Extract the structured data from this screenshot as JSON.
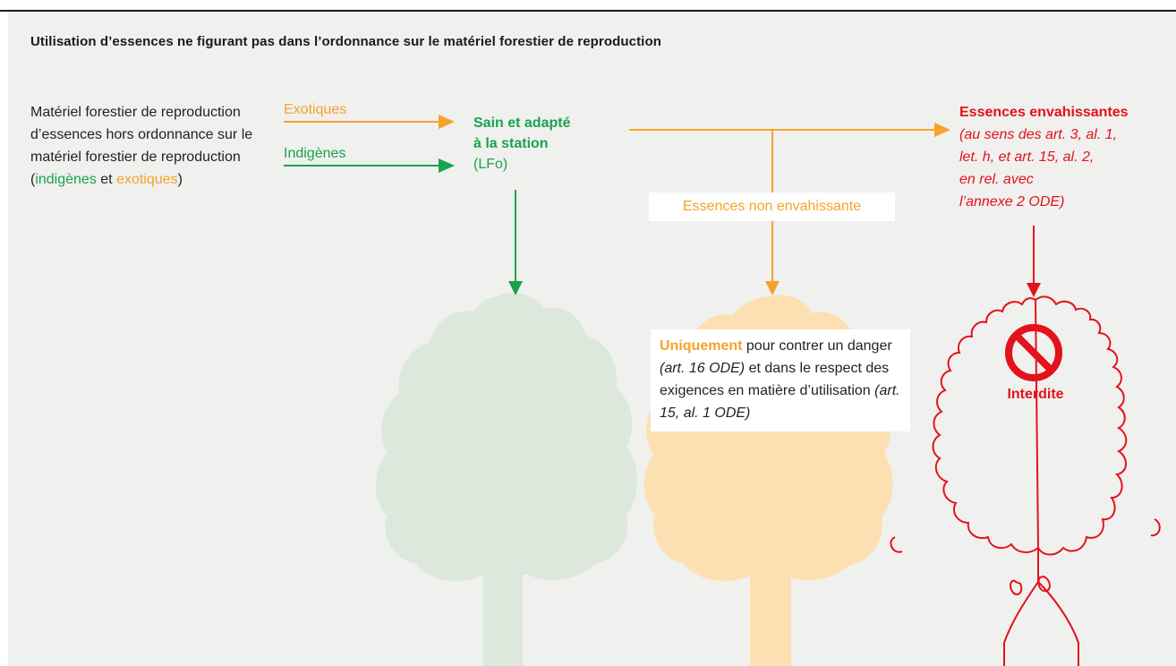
{
  "title": "Utilisation d’essences ne figurant pas dans l’ordonnance sur le matériel forestier de reproduction",
  "intro": {
    "text_before": "Matériel forestier de reproduction d’essences hors ordonnance sur le matériel forestier de reproduction (",
    "indigenes": "indigènes",
    "et": " et ",
    "exotiques": "exotiques",
    "close": ")"
  },
  "inputs": {
    "exotiques": "Exotiques",
    "indigenes": "Indigènes"
  },
  "sain": {
    "line1": "Sain et adapté",
    "line2": "à la station",
    "line3": "(LFo)"
  },
  "non_envahissante": "Essences non envahissante",
  "envahissantes": {
    "title": "Essences envahissantes",
    "line1": "(au sens des art. 3, al. 1,",
    "line2": "let. h, et art. 15, al. 2,",
    "line3": "en rel. avec",
    "line4": "l’annexe 2 ODE)"
  },
  "uniquement": {
    "bold": "Uniquement",
    "rest1": " pour contrer un danger ",
    "ref1": "(art. 16 ODE)",
    "rest2": " et dans le respect des exigences en matière d’utilisation ",
    "ref2": "(art. 15, al. 1 ODE)"
  },
  "interdite": "Interdite",
  "colors": {
    "green": "#1aa34a",
    "orange": "#f5a32a",
    "red": "#e3121b",
    "tree_green": "#dce8dc",
    "tree_orange": "#fde0b2",
    "panel": "#f0f0ef"
  },
  "icons": [
    "prohibited-icon",
    "tree-green-icon",
    "tree-orange-icon",
    "tree-outline-red-icon"
  ]
}
